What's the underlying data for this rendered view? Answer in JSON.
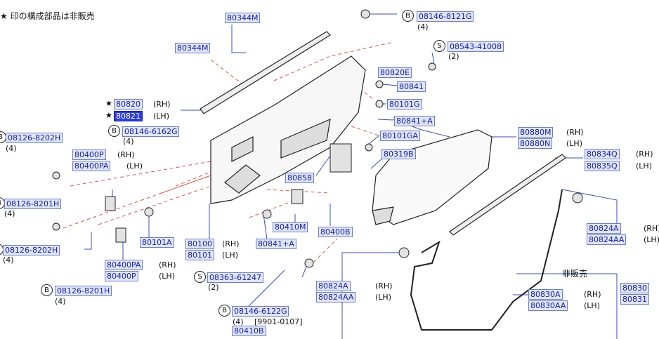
{
  "note": "★ 印の構成部品は非販売",
  "star": "★",
  "not_for_sale": "非販売",
  "bracket_date": "[9901-0107]",
  "side": {
    "rh": "(RH)",
    "lh": "(LH)"
  },
  "qty": {
    "q4": "(4)",
    "q2": "(2)"
  },
  "bolt_prefix": "B",
  "screw_prefix": "S",
  "parts": {
    "p80344M_a": "80344M",
    "p80344M_b": "80344M",
    "p80820": "80820",
    "p80821": "80821",
    "p08146_8121G": "08146-8121G",
    "p08543_41008": "08543-41008",
    "p80820E": "80820E",
    "p80841": "80841",
    "p80101G": "80101G",
    "p80841A_a": "80841+A",
    "p80101GA": "80101GA",
    "p80319B": "80319B",
    "p80858": "80858",
    "p08146_6162G": "08146-6162G",
    "p08126_8202H_a": "08126-8202H",
    "p80400P_a": "80400P",
    "p80400PA_a": "80400PA",
    "p08126_8201H_a": "08126-8201H",
    "p08126_8202H_b": "08126-8202H",
    "p80101A": "80101A",
    "p80100": "80100",
    "p80101": "80101",
    "p80410M": "80410M",
    "p80400B": "80400B",
    "p80841A_b": "80841+A",
    "p80400PA_b": "80400PA",
    "p80400P_b": "80400P",
    "p08363_61247": "08363-61247",
    "p08126_8201H_b": "08126-8201H",
    "p08146_6122G": "08146-6122G",
    "p80410B": "80410B",
    "p80880M": "80880M",
    "p80880N": "80880N",
    "p80834Q": "80834Q",
    "p80835Q": "80835Q",
    "p80824A_a": "80824A",
    "p80824AA_a": "80824AA",
    "p80824A_b": "80824A",
    "p80824AA_b": "80824AA",
    "p80830A": "80830A",
    "p80830AA": "80830AA",
    "p80830": "80830",
    "p80831": "80831"
  }
}
